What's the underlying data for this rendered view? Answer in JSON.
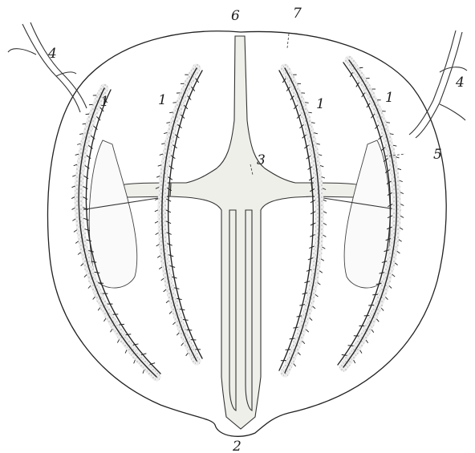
{
  "labels": {
    "comb_row": "1",
    "mouth": "2",
    "stomach": "3",
    "tentacle": "4",
    "tentacle_sheath": "5",
    "aboral_organ": "6",
    "aboral_pole": "7"
  },
  "colors": {
    "ink": "#222222",
    "stipple": "#9a9a9a",
    "canal_fill": "#efefea",
    "background": "#ffffff"
  }
}
